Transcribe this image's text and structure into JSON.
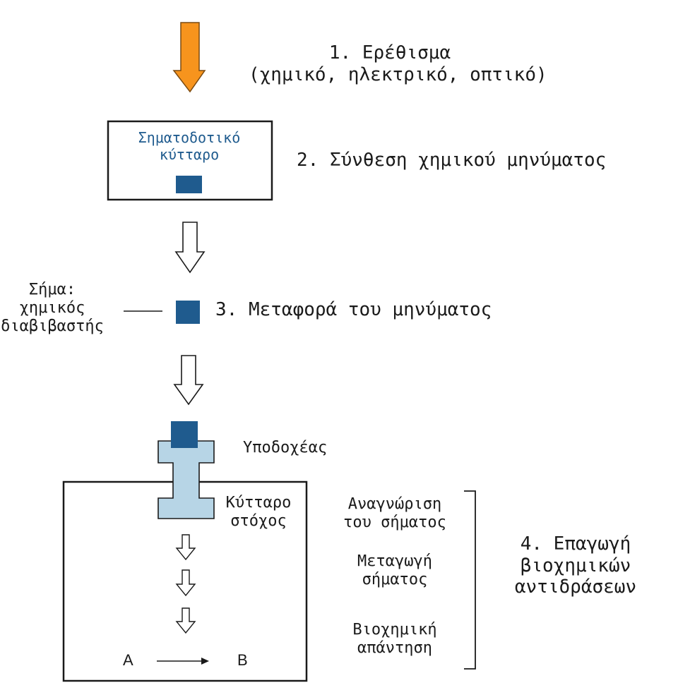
{
  "colors": {
    "stimulus_arrow": "#f7941d",
    "signal_square": "#1f5b8e",
    "receptor": "#b7d5e6",
    "outline": "#1a1a1a",
    "heading_text": "#1f5b8e"
  },
  "steps": {
    "stimulus": {
      "title": "1. Ερέθισμα",
      "subtitle": "(χημικό, ηλεκτρικό, οπτικό)"
    },
    "synthesis": {
      "title": "2. Σύνθεση χημικού μηνύματος"
    },
    "transport": {
      "title": "3. Μεταφορά του μηνύματος"
    },
    "induction": {
      "line1": "4. Επαγωγή",
      "line2": "βιοχημικών",
      "line3": "αντιδράσεων"
    }
  },
  "signaling_cell": {
    "line1": "Σηματοδοτικό",
    "line2": "κύτταρο"
  },
  "signal": {
    "line1": "Σήμα:",
    "line2": "χημικός",
    "line3": "διαβιβαστής"
  },
  "receptor": {
    "label": "Υποδοχέας"
  },
  "target_cell": {
    "line1": "Κύτταρο",
    "line2": "στόχος"
  },
  "processes": {
    "recognition": {
      "line1": "Αναγνώριση",
      "line2": "του σήματος"
    },
    "transduction": {
      "line1": "Μεταγωγή",
      "line2": "σήματος"
    },
    "response": {
      "line1": "Βιοχημική",
      "line2": "απάντηση"
    }
  },
  "reaction": {
    "from": "A",
    "to": "B"
  }
}
